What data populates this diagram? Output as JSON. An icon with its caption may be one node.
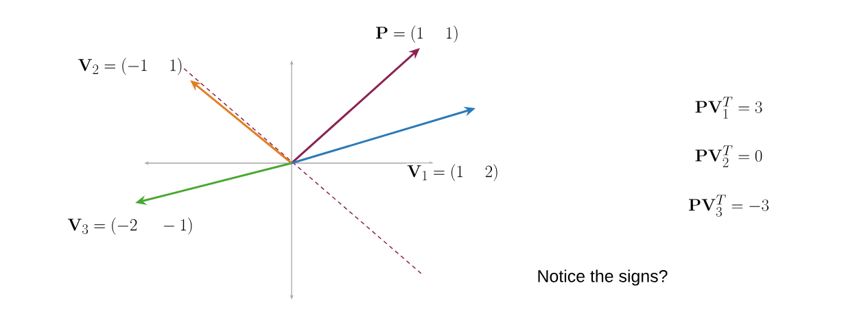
{
  "diagram": {
    "labels": [
      "\\mathbf{P} = \\left(1 \\quad 1\\right)",
      "\\mathbf{V}_2 = \\left(-1 \\quad 1\\right)",
      "\\mathbf{V}_1 = \\left(1 \\quad 2\\right)",
      "\\mathbf{V}_3 = \\left(-2 \\quad -1\\right)",
      "\\mathbf{P}\\mathbf{V}_1^T = 3",
      "\\mathbf{P}\\mathbf{V}_2^T = 0",
      "\\mathbf{P}\\mathbf{V}_3^T = -3",
      "Notice the signs?"
    ]
  }
}
